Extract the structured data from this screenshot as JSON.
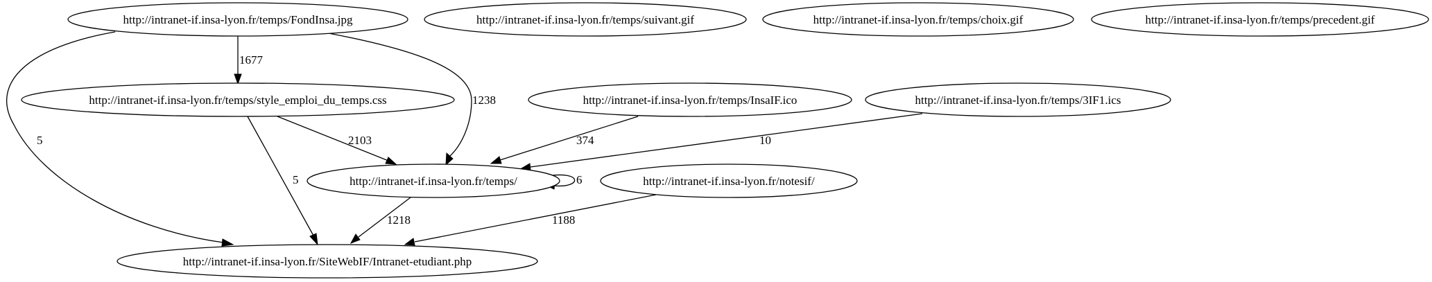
{
  "graph": {
    "nodes": {
      "fondinsa": "http://intranet-if.insa-lyon.fr/temps/FondInsa.jpg",
      "suivant": "http://intranet-if.insa-lyon.fr/temps/suivant.gif",
      "choix": "http://intranet-if.insa-lyon.fr/temps/choix.gif",
      "precedent": "http://intranet-if.insa-lyon.fr/temps/precedent.gif",
      "style": "http://intranet-if.insa-lyon.fr/temps/style_emploi_du_temps.css",
      "insaif": "http://intranet-if.insa-lyon.fr/temps/InsaIF.ico",
      "ics": "http://intranet-if.insa-lyon.fr/temps/3IF1.ics",
      "temps": "http://intranet-if.insa-lyon.fr/temps/",
      "notesif": "http://intranet-if.insa-lyon.fr/notesif/",
      "intranet": "http://intranet-if.insa-lyon.fr/SiteWebIF/Intranet-etudiant.php"
    },
    "edges": [
      {
        "from": "fondinsa",
        "to": "style",
        "label": "1677"
      },
      {
        "from": "fondinsa",
        "to": "temps",
        "label": "1238"
      },
      {
        "from": "fondinsa",
        "to": "intranet",
        "label": "5"
      },
      {
        "from": "style",
        "to": "temps",
        "label": "2103"
      },
      {
        "from": "style",
        "to": "intranet",
        "label": "5"
      },
      {
        "from": "insaif",
        "to": "temps",
        "label": "374"
      },
      {
        "from": "ics",
        "to": "temps",
        "label": "10"
      },
      {
        "from": "temps",
        "to": "temps",
        "label": "6"
      },
      {
        "from": "temps",
        "to": "intranet",
        "label": "1218"
      },
      {
        "from": "notesif",
        "to": "intranet",
        "label": "1188"
      }
    ]
  }
}
